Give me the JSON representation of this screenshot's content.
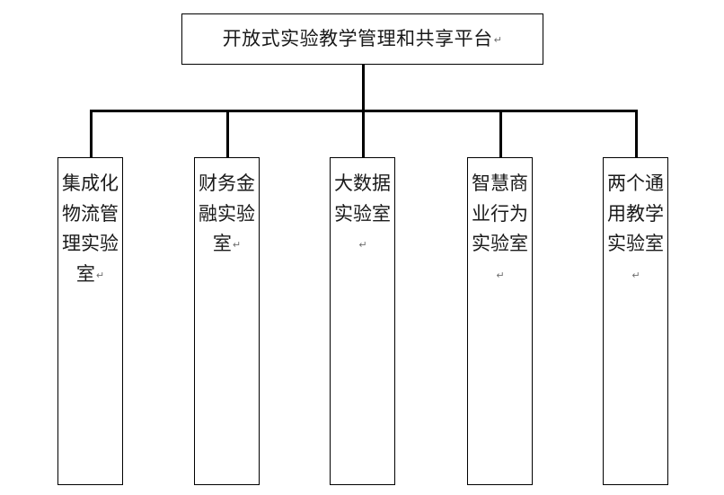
{
  "diagram": {
    "type": "org-tree",
    "title_text": "开放式实验教学管理和共享平台",
    "return_mark": "↵",
    "root": {
      "label": "开放式实验教学管理和共享平台",
      "mark": "↵"
    },
    "children": [
      {
        "label": "集成化物流管理实验室",
        "mark": "↵"
      },
      {
        "label": "财务金融实验室",
        "mark": "↵"
      },
      {
        "label": "大数据实验室",
        "mark": "↵"
      },
      {
        "label": "智慧商业行为实验室",
        "mark": "↵"
      },
      {
        "label": "两个通用教学实验室",
        "mark": "↵"
      }
    ],
    "colors": {
      "background": "#ffffff",
      "box_border": "#000000",
      "connector": "#000000",
      "text": "#1a1a1a",
      "mark": "#6e6e6e"
    }
  }
}
